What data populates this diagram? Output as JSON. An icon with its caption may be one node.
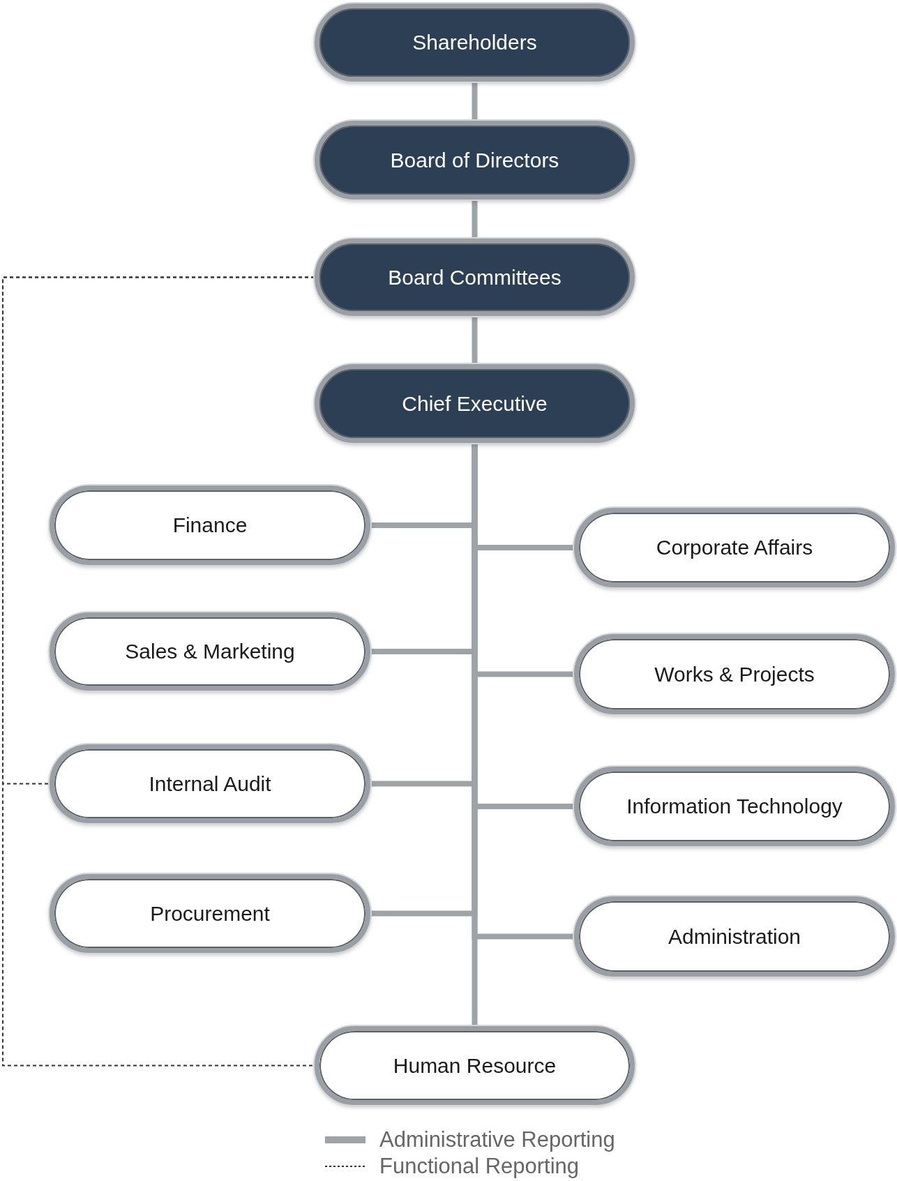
{
  "diagram": {
    "nodes": [
      {
        "text": [
          "Shareholders"
        ]
      },
      {
        "text": [
          "Board of Directors"
        ]
      },
      {
        "text": [
          "Board Committees"
        ]
      },
      {
        "text": [
          "Chief Executive"
        ]
      },
      {
        "text": [
          "Finance"
        ]
      },
      {
        "text": [
          "Corporate Affairs"
        ]
      },
      {
        "text": [
          "Sales & Marketing"
        ]
      },
      {
        "text": [
          "Works & Projects"
        ]
      },
      {
        "text": [
          "Internal Audit"
        ]
      },
      {
        "text": [
          "Information Technology"
        ]
      },
      {
        "text": [
          "Procurement"
        ]
      },
      {
        "text": [
          "Administration"
        ]
      },
      {
        "text": [
          "Human Resource"
        ]
      }
    ],
    "edges": [
      {
        "from": 0,
        "to": 1,
        "arrow": "none"
      },
      {
        "from": 1,
        "to": 2,
        "arrow": "none"
      },
      {
        "from": 2,
        "to": 3,
        "arrow": "none"
      },
      {
        "from": 3,
        "to": 4,
        "arrow": "none"
      },
      {
        "from": 3,
        "to": 5,
        "arrow": "none"
      },
      {
        "from": 3,
        "to": 6,
        "arrow": "none"
      },
      {
        "from": 3,
        "to": 7,
        "arrow": "none"
      },
      {
        "from": 3,
        "to": 8,
        "arrow": "none"
      },
      {
        "from": 3,
        "to": 9,
        "arrow": "none"
      },
      {
        "from": 3,
        "to": 10,
        "arrow": "none"
      },
      {
        "from": 3,
        "to": 11,
        "arrow": "none"
      },
      {
        "from": 3,
        "to": 12,
        "arrow": "none"
      },
      {
        "from": 2,
        "to": 8,
        "arrow": "none",
        "style": "dashed",
        "color": "#333333"
      },
      {
        "from": 2,
        "to": 12,
        "arrow": "none",
        "style": "dashed",
        "color": "#333333"
      }
    ],
    "legend": [
      {
        "text": "Administrative Reporting"
      },
      {
        "text": "Functional Reporting"
      }
    ]
  }
}
